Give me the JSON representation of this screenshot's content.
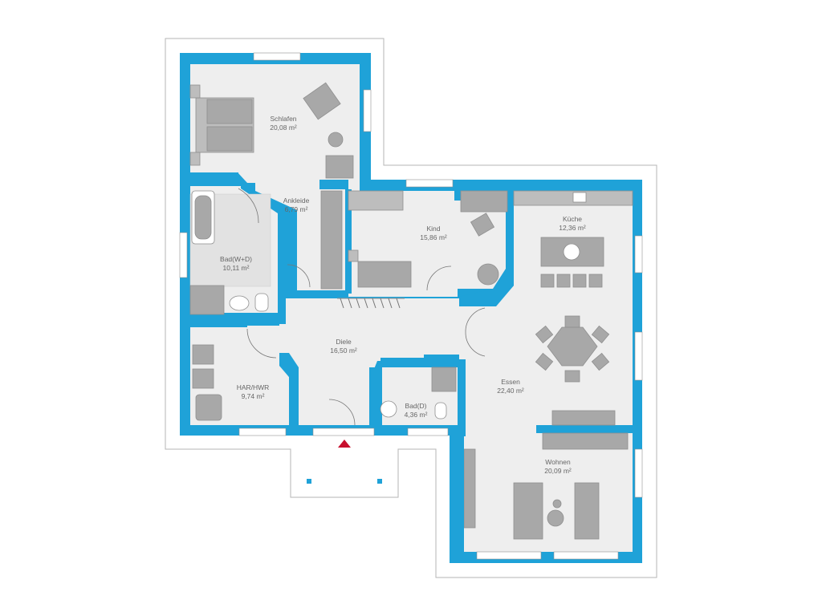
{
  "colors": {
    "wall": "#1fa2d8",
    "floor": "#eeeeee",
    "outline": "#b5b5b5",
    "furniture": "#a8a8a8",
    "entrance_marker": "#c8102e"
  },
  "rooms": [
    {
      "id": "schlafen",
      "name": "Schlafen",
      "area": "20,08 m²"
    },
    {
      "id": "ankleide",
      "name": "Ankleide",
      "area": "6,79 m²"
    },
    {
      "id": "kind",
      "name": "Kind",
      "area": "15,86 m²"
    },
    {
      "id": "kueche",
      "name": "Küche",
      "area": "12,36 m²"
    },
    {
      "id": "bad-wd",
      "name": "Bad(W+D)",
      "area": "10,11 m²"
    },
    {
      "id": "diele",
      "name": "Diele",
      "area": "16,50 m²"
    },
    {
      "id": "har-hwr",
      "name": "HAR/HWR",
      "area": "9,74 m²"
    },
    {
      "id": "bad-d",
      "name": "Bad(D)",
      "area": "4,36 m²"
    },
    {
      "id": "essen",
      "name": "Essen",
      "area": "22,40 m²"
    },
    {
      "id": "wohnen",
      "name": "Wohnen",
      "area": "20,09 m²"
    }
  ]
}
